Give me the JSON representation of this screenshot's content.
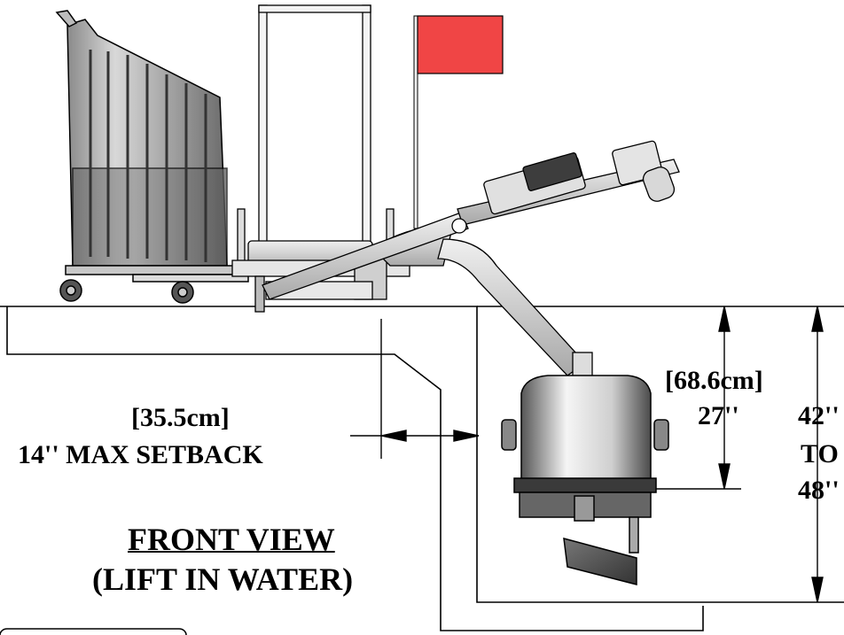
{
  "dimensions": {
    "setback_cm": "[35.5cm]",
    "setback_in": "14'' MAX SETBACK",
    "seat_depth_cm": "[68.6cm]",
    "seat_depth_in": "27''",
    "range_min": "42''",
    "range_to": "TO",
    "range_max": "48''"
  },
  "title": {
    "line1": "FRONT VIEW",
    "line2": "(LIFT IN WATER)"
  },
  "colors": {
    "flag": "#f04545",
    "outline": "#000000",
    "metal_light": "#f2f2f2",
    "metal_dark": "#555555",
    "background": "#ffffff"
  }
}
